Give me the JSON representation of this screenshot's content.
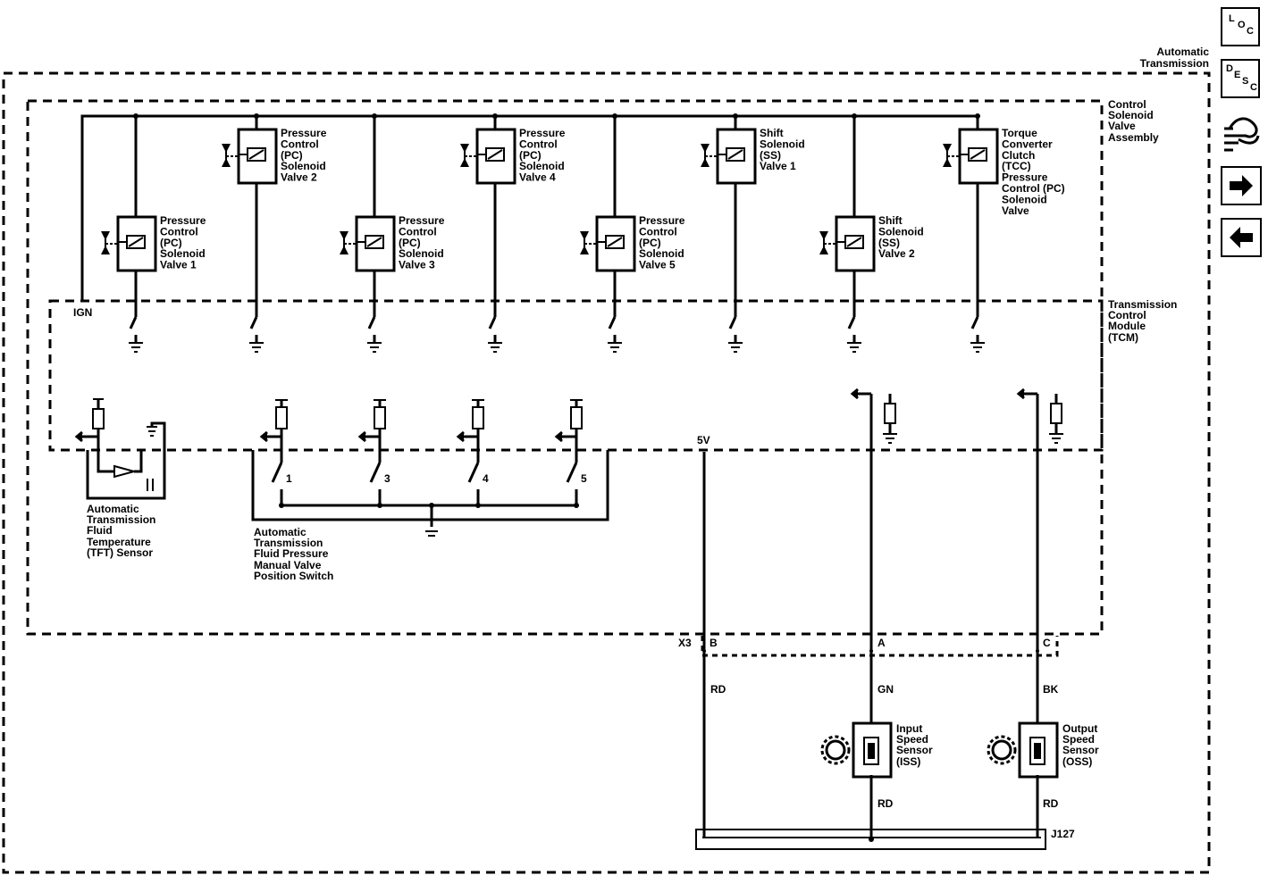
{
  "boundaries": {
    "transmission": [
      "Automatic",
      "Transmission"
    ],
    "valve_assembly": [
      "Control",
      "Solenoid",
      "Valve",
      "Assembly"
    ],
    "tcm": [
      "Transmission",
      "Control",
      "Module",
      "(TCM)"
    ]
  },
  "solenoids": [
    {
      "label": [
        "Pressure",
        "Control",
        "(PC)",
        "Solenoid",
        "Valve 1"
      ]
    },
    {
      "label": [
        "Pressure",
        "Control",
        "(PC)",
        "Solenoid",
        "Valve 2"
      ]
    },
    {
      "label": [
        "Pressure",
        "Control",
        "(PC)",
        "Solenoid",
        "Valve 3"
      ]
    },
    {
      "label": [
        "Pressure",
        "Control",
        "(PC)",
        "Solenoid",
        "Valve 4"
      ]
    },
    {
      "label": [
        "Pressure",
        "Control",
        "(PC)",
        "Solenoid",
        "Valve 5"
      ]
    },
    {
      "label": [
        "Shift",
        "Solenoid",
        "(SS)",
        "Valve 1"
      ]
    },
    {
      "label": [
        "Shift",
        "Solenoid",
        "(SS)",
        "Valve 2"
      ]
    },
    {
      "label": [
        "Torque",
        "Converter",
        "Clutch",
        "(TCC)",
        "Pressure",
        "Control (PC)",
        "Solenoid",
        "Valve"
      ]
    }
  ],
  "ign_label": "IGN",
  "five_v_label": "5V",
  "tft_sensor": [
    "Automatic",
    "Transmission",
    "Fluid",
    "Temperature",
    "(TFT) Sensor"
  ],
  "manual_valve_switch": {
    "label": [
      "Automatic",
      "Transmission",
      "Fluid Pressure",
      "Manual Valve",
      "Position Switch"
    ],
    "contacts": [
      "1",
      "3",
      "4",
      "5"
    ]
  },
  "connector": {
    "name": "X3",
    "pins": [
      "B",
      "A",
      "C"
    ]
  },
  "wire_colors": [
    "RD",
    "GN",
    "BK"
  ],
  "input_speed_sensor": [
    "Input",
    "Speed",
    "Sensor",
    "(ISS)"
  ],
  "output_speed_sensor": [
    "Output",
    "Speed",
    "Sensor",
    "(OSS)"
  ],
  "sensor_return_colors": [
    "RD",
    "RD"
  ],
  "splice": "J127",
  "nav": {
    "loc": [
      "L",
      "O",
      "C"
    ],
    "desc": [
      "D",
      "E",
      "S",
      "C"
    ]
  }
}
